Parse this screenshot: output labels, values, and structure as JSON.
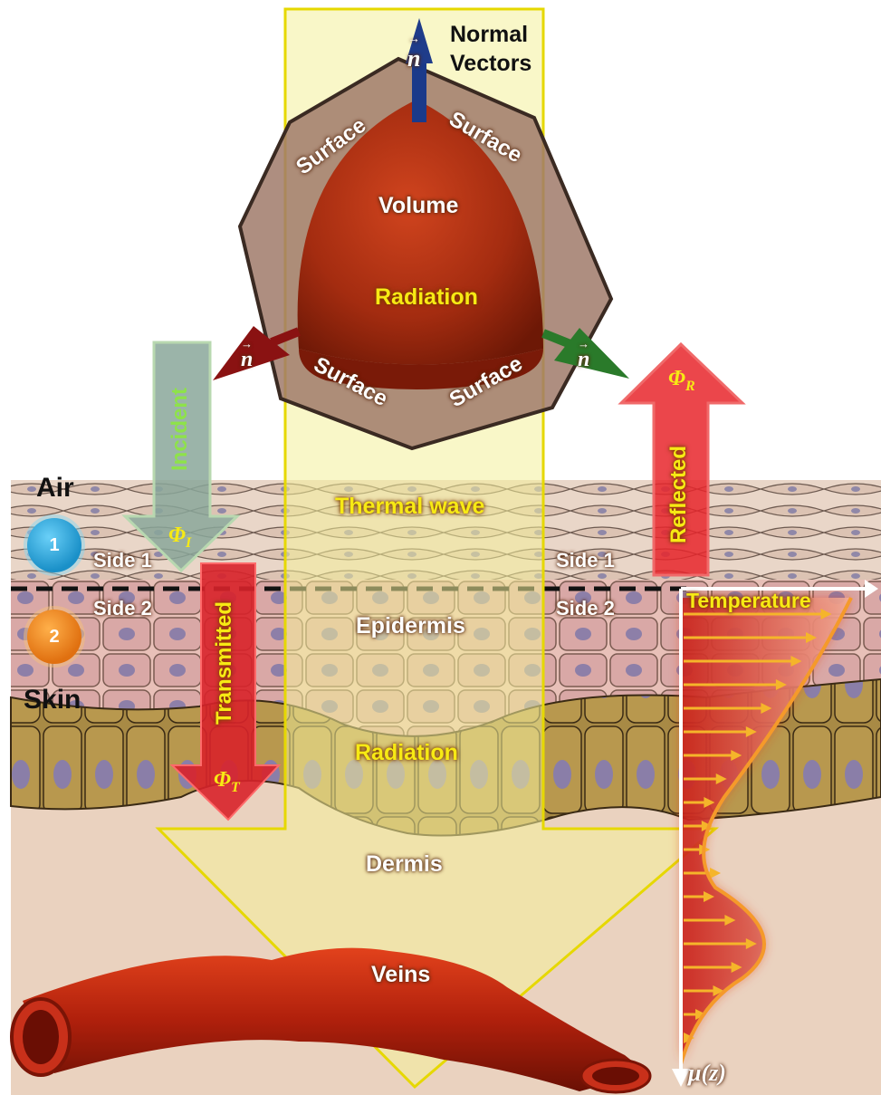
{
  "labels": {
    "normal_vectors_line1": "Normal",
    "normal_vectors_line2": "Vectors",
    "surface_top_left": "Surface",
    "surface_top_right": "Surface",
    "surface_bottom_left": "Surface",
    "surface_bottom_right": "Surface",
    "volume": "Volume",
    "radiation_top": "Radiation",
    "incident": "Incident",
    "phi_i": "Φ",
    "phi_i_sub": "I",
    "reflected": "Reflected",
    "phi_r": "Φ",
    "phi_r_sub": "R",
    "transmitted": "Transmitted",
    "phi_t": "Φ",
    "phi_t_sub": "T",
    "air": "Air",
    "skin": "Skin",
    "side1_left": "Side 1",
    "side2_left": "Side 2",
    "side1_right": "Side 1",
    "side2_right": "Side 2",
    "thermal_wave": "Thermal wave",
    "epidermis": "Epidermis",
    "radiation_mid": "Radiation",
    "dermis": "Dermis",
    "veins": "Veins",
    "temperature": "Temperature",
    "mu_z": "μ(z)",
    "vector_n": "n",
    "circle1": "1",
    "circle2": "2"
  },
  "colors": {
    "reflected_arrow": "#e8262b",
    "incident_arrow": "#8aa79a",
    "transmitted_arrow": "#d8222a",
    "beam_fill": "#f4f09a",
    "beam_outline": "#e6d800",
    "sphere": "#a62a10",
    "air_circle": "#1aa0d8",
    "skin_circle": "#f08a1a",
    "temperature_curve": "#f59a2a"
  }
}
